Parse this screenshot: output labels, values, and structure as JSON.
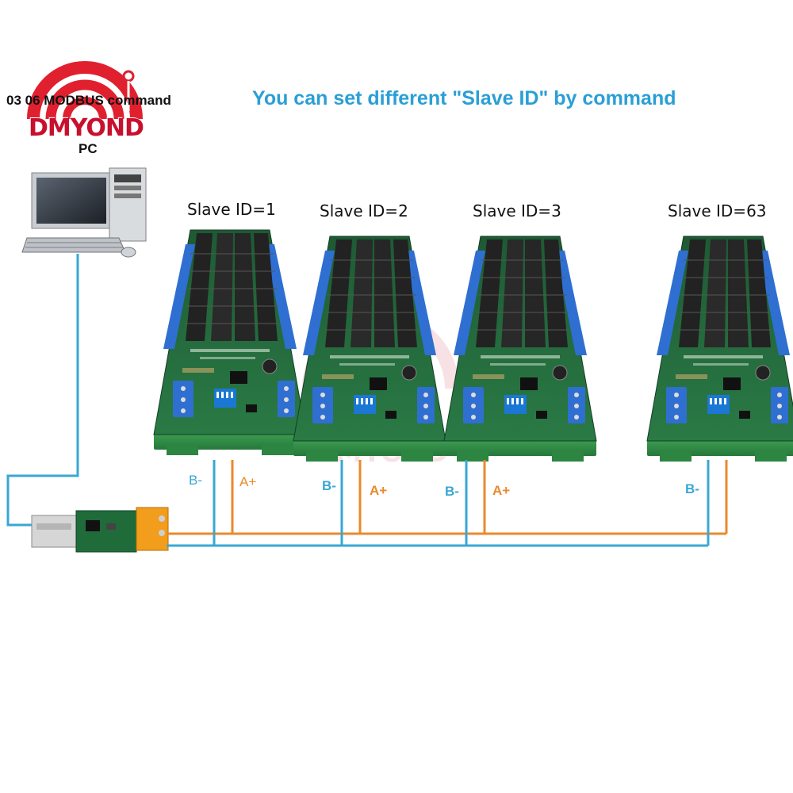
{
  "brand": {
    "name": "DMYOND",
    "watermark": "DMYOND"
  },
  "header": {
    "headline": "You can set different \"Slave ID\" by command",
    "command_text": "03 06 MODBUS command"
  },
  "pc": {
    "label": "PC",
    "icon": "desktop-computer-icon"
  },
  "adapter": {
    "icon": "usb-rs485-adapter-icon"
  },
  "slaves": [
    {
      "label": "Slave ID=1",
      "b_label": "B-",
      "a_label": "A+"
    },
    {
      "label": "Slave ID=2",
      "b_label": "B-",
      "a_label": "A+"
    },
    {
      "label": "Slave ID=3",
      "b_label": "B-",
      "a_label": "A+"
    },
    {
      "label": "Slave ID=63",
      "b_label": "B-"
    }
  ],
  "colors": {
    "headline": "#2a9fd6",
    "wire_b": "#3aa7d3",
    "wire_a": "#e88a2d",
    "brand_red": "#c8102e",
    "pcb_green": "#1f6b3a",
    "din_rail": "#2e8b3e"
  }
}
